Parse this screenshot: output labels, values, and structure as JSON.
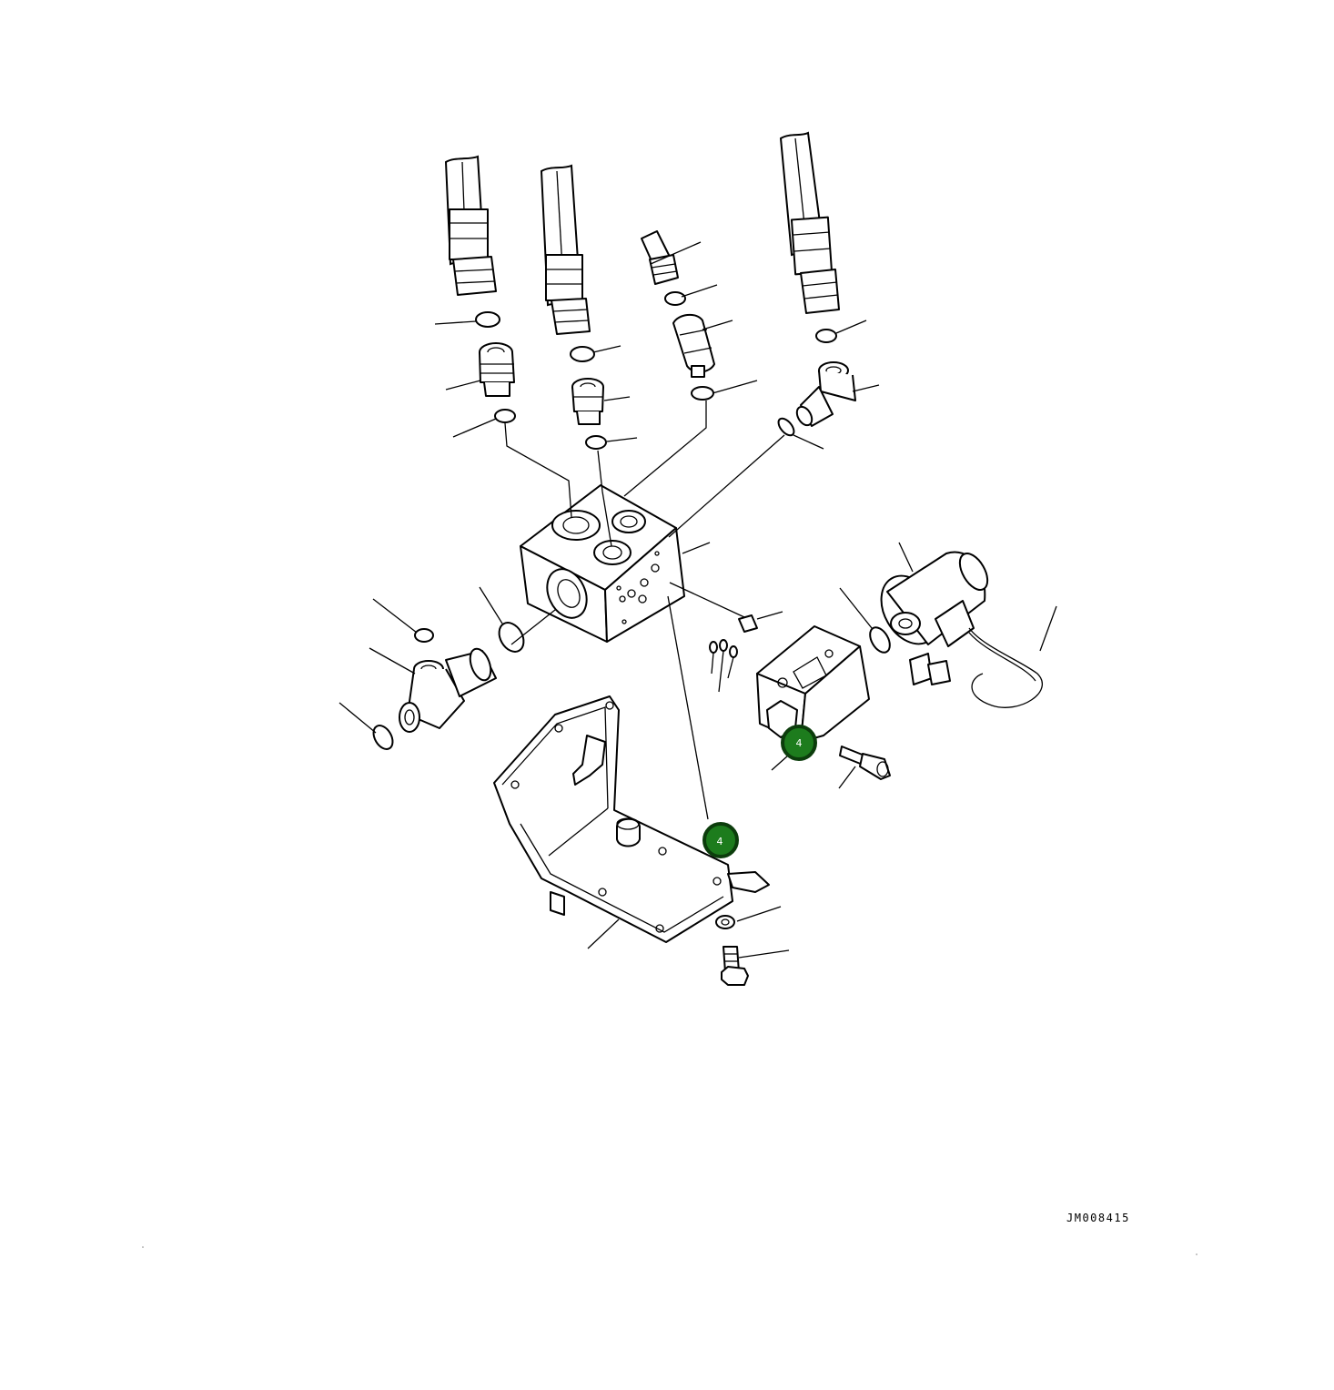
{
  "diagram": {
    "drawing_code": "JM008415",
    "callouts": [
      {
        "id": "callout-a",
        "label": "4"
      },
      {
        "id": "callout-b",
        "label": "4"
      }
    ],
    "colors": {
      "callout_fill": "#1d7c1d",
      "callout_stroke": "#0c3d0c",
      "line": "#000000"
    }
  }
}
